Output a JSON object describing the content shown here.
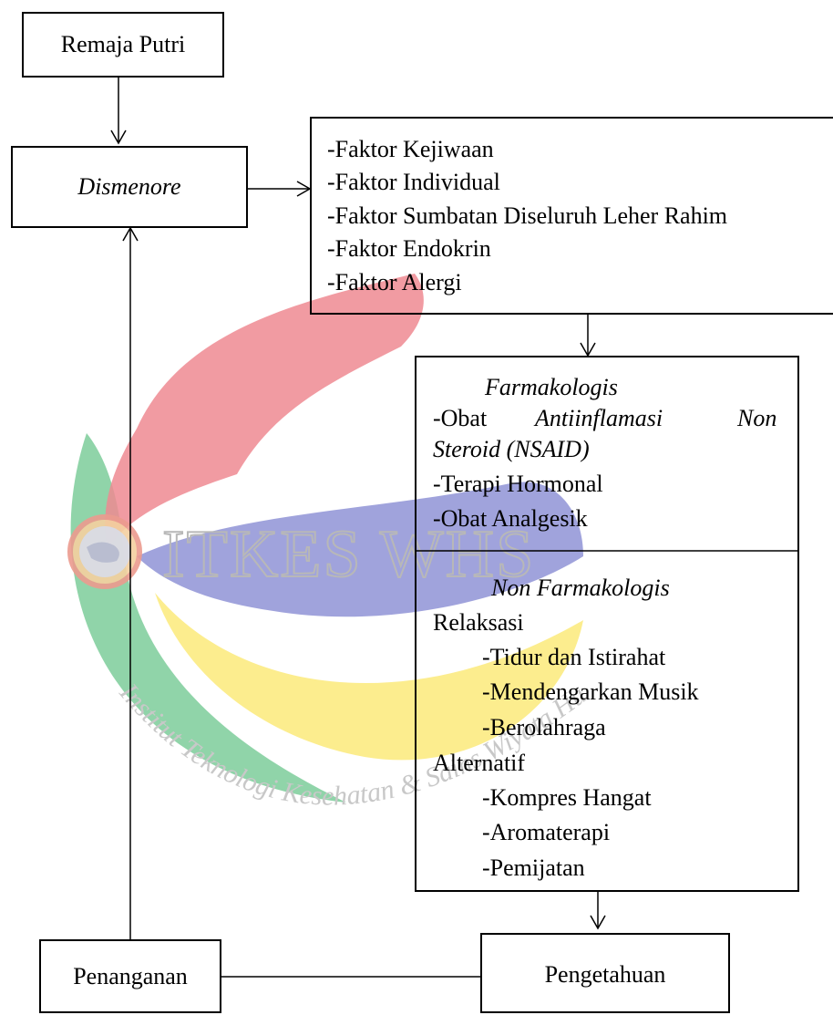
{
  "watermark": {
    "text": "ITKES WHS",
    "arc_text": "Institut Teknologi Kesehatan & Sains Wiyata Husada Samarinda",
    "colors": {
      "red": "#ef8a92",
      "blue": "#8f93d6",
      "yellow": "#fbea7a",
      "green": "#7ccc9a"
    }
  },
  "nodes": {
    "remaja_putri": "Remaja Putri",
    "dismenore": "Dismenore",
    "faktor": [
      "-Faktor Kejiwaan",
      "-Faktor Individual",
      "-Faktor Sumbatan Diseluruh Leher Rahim",
      "-Faktor Endokrin",
      "-Faktor Alergi"
    ],
    "farmakologis": {
      "heading": "Farmakologis",
      "obat_prefix": "-Obat",
      "obat_word1": "Antiinflamasi",
      "obat_word2": "Non",
      "obat_line2": "Steroid (NSAID)",
      "terapi": "-Terapi Hormonal",
      "analgesik": "-Obat Analgesik"
    },
    "non_farmakologis": {
      "heading": "Non Farmakologis",
      "relaksasi": "Relaksasi",
      "relaksasi_items": [
        "-Tidur dan Istirahat",
        "-Mendengarkan Musik",
        "-Berolahraga"
      ],
      "alternatif": "Alternatif",
      "alternatif_items": [
        "-Kompres Hangat",
        "-Aromaterapi",
        "-Pemijatan"
      ]
    },
    "penanganan": "Penanganan",
    "pengetahuan": "Pengetahuan"
  }
}
